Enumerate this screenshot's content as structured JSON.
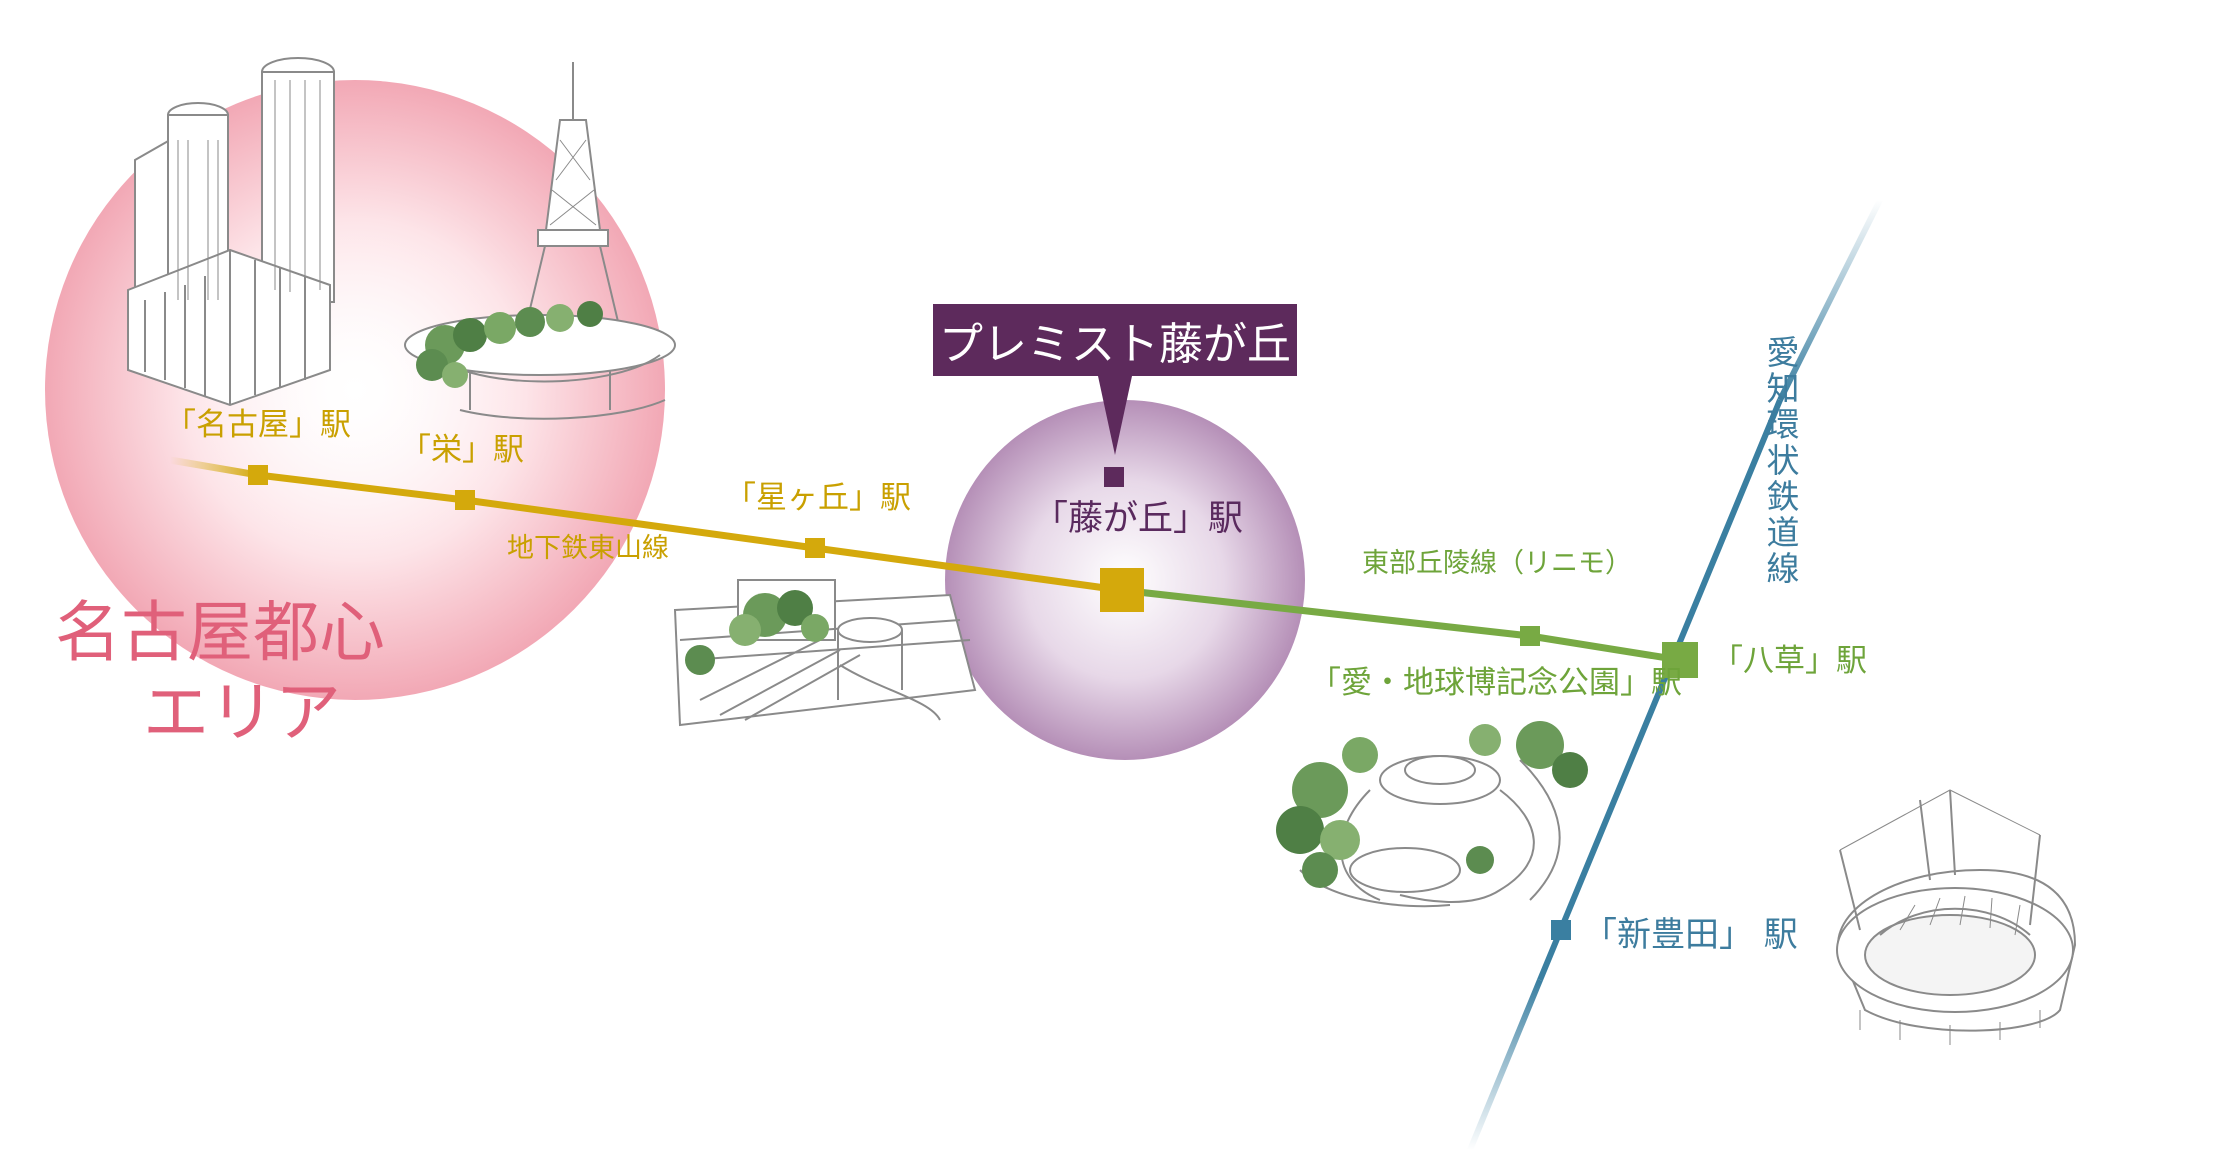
{
  "colors": {
    "higashiyama_line": "#d4a90c",
    "linimo_line": "#78aa44",
    "aichi_loop_line": "#3a7fa1",
    "nagoya_area": "#f2a8b5",
    "fujigaoka_area": "#b58fb7",
    "callout_bg": "#5d2a5c"
  },
  "callout": {
    "label": "プレミスト藤が丘",
    "marker_color": "#5d2a5c"
  },
  "areas": {
    "nagoya_center": {
      "line1": "名古屋都心",
      "line2": "エリア"
    }
  },
  "lines": {
    "higashiyama": "地下鉄東山線",
    "linimo": "東部丘陵線（リニモ）",
    "aichi_loop": "愛知環状鉄道線"
  },
  "stations": {
    "nagoya": "「名古屋」駅",
    "sakae": "「栄」駅",
    "hoshigaoka": "「星ヶ丘」駅",
    "fujigaoka": "「藤が丘」駅",
    "expo_park": "「愛・地球博記念公園」駅",
    "yakusa": "「八草」駅",
    "shintoyota": "「新豊田」 駅"
  },
  "illustrations": [
    {
      "name": "nagoya-twin-towers",
      "type": "building"
    },
    {
      "name": "nagoya-tv-tower-oasis21",
      "type": "landmark"
    },
    {
      "name": "hoshigaoka-terrace",
      "type": "plaza"
    },
    {
      "name": "expo-memorial-park",
      "type": "park"
    },
    {
      "name": "toyota-stadium",
      "type": "stadium"
    }
  ]
}
